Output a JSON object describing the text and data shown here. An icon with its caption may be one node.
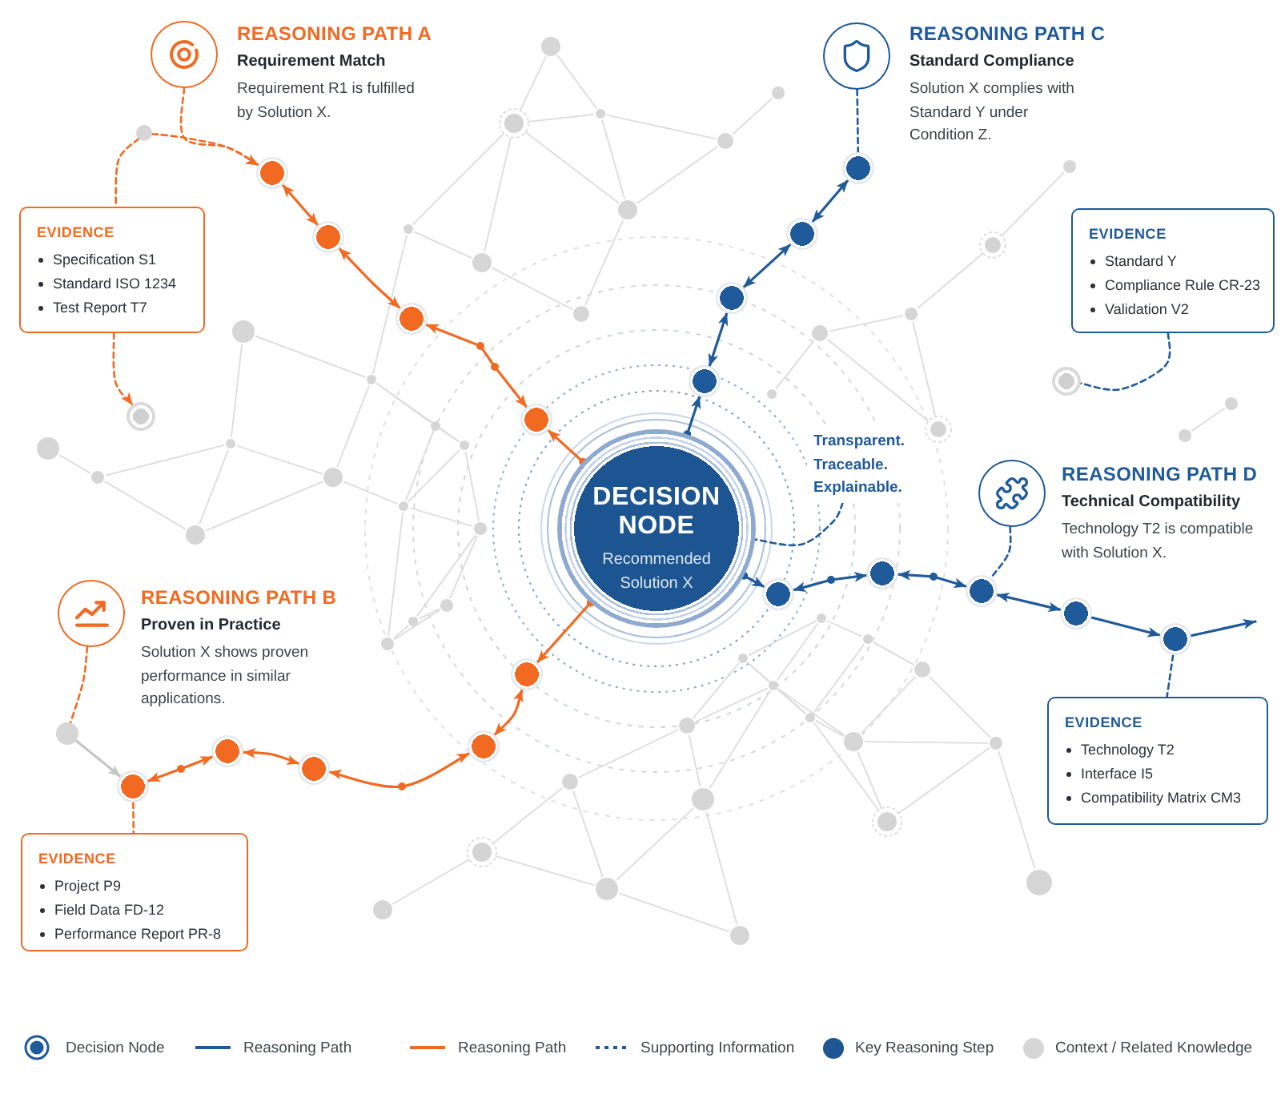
{
  "diagram": {
    "nodes": [
      {
        "text": [
          "DECISION NODE",
          "Recommended Solution X"
        ]
      },
      {
        "text": [
          "Transparent. Traceable. Explainable."
        ]
      },
      {
        "text": [],
        "shape": "circle",
        "beside": [
          "REASONING PATH A",
          "Requirement Match",
          "Requirement R1 is fulfilled by Solution X."
        ]
      },
      {
        "text": [
          "EVIDENCE",
          "Specification S1",
          "Standard ISO 1234",
          "Test Report T7"
        ]
      },
      {
        "text": [],
        "shape": "circle"
      },
      {
        "text": [],
        "shape": "circle"
      },
      {
        "text": [],
        "shape": "circle"
      },
      {
        "text": [],
        "shape": "circle"
      },
      {
        "text": [],
        "shape": "circle"
      },
      {
        "text": [],
        "shape": "circle"
      },
      {
        "text": [],
        "shape": "circle",
        "beside": [
          "REASONING PATH C",
          "Standard Compliance",
          "Solution X complies with Standard Y under Condition Z."
        ]
      },
      {
        "text": [
          "EVIDENCE",
          "Standard Y",
          "Compliance Rule CR-23",
          "Validation V2"
        ]
      },
      {
        "text": [],
        "shape": "circle"
      },
      {
        "text": [],
        "shape": "circle"
      },
      {
        "text": [],
        "shape": "circle"
      },
      {
        "text": [],
        "shape": "circle"
      },
      {
        "text": [],
        "shape": "circle"
      },
      {
        "text": [],
        "shape": "circle",
        "beside": [
          "REASONING PATH D",
          "Technical Compatibility",
          "Technology T2 is compatible with Solution X."
        ]
      },
      {
        "text": [
          "EVIDENCE",
          "Technology T2",
          "Interface I5",
          "Compatibility Matrix CM3"
        ]
      },
      {
        "text": [],
        "shape": "circle"
      },
      {
        "text": [],
        "shape": "circle"
      },
      {
        "text": [],
        "shape": "circle"
      },
      {
        "text": [],
        "shape": "circle"
      },
      {
        "text": [],
        "shape": "circle"
      },
      {
        "text": [],
        "shape": "circle",
        "beside": [
          "REASONING PATH B",
          "Proven in Practice",
          "Solution X shows proven performance in similar applications."
        ]
      },
      {
        "text": [
          "EVIDENCE",
          "Project P9",
          "Field Data FD-12",
          "Performance Report PR-8"
        ]
      },
      {
        "text": [],
        "shape": "circle"
      },
      {
        "text": [],
        "shape": "circle"
      },
      {
        "text": [],
        "shape": "circle"
      },
      {
        "text": [],
        "shape": "circle"
      },
      {
        "text": [],
        "shape": "circle"
      },
      {
        "text": [],
        "shape": "circle"
      }
    ],
    "edges": [
      {
        "from": 2,
        "to": 6,
        "arrow": "to",
        "style": "dashed",
        "color": "#f26a21"
      },
      {
        "from": 4,
        "to": 6,
        "arrow": "to",
        "style": "dashed",
        "color": "#f26a21"
      },
      {
        "from": 4,
        "to": 3,
        "arrow": "none",
        "style": "dashed",
        "color": "#f26a21"
      },
      {
        "from": 3,
        "to": 5,
        "arrow": "to",
        "style": "dashed",
        "color": "#f26a21"
      },
      {
        "from": 6,
        "to": 7,
        "arrow": "both",
        "color": "#f26a21"
      },
      {
        "from": 7,
        "to": 8,
        "arrow": "both",
        "color": "#f26a21"
      },
      {
        "from": 8,
        "to": 9,
        "arrow": "both",
        "color": "#f26a21"
      },
      {
        "from": 0,
        "to": 9,
        "arrow": "to",
        "color": "#f26a21"
      },
      {
        "from": 10,
        "to": 13,
        "arrow": "none",
        "style": "dashed",
        "color": "#1f5a9a"
      },
      {
        "from": 13,
        "to": 14,
        "arrow": "both",
        "color": "#1f5a9a"
      },
      {
        "from": 14,
        "to": 15,
        "arrow": "both",
        "color": "#1f5a9a"
      },
      {
        "from": 15,
        "to": 16,
        "arrow": "both",
        "color": "#1f5a9a"
      },
      {
        "from": 0,
        "to": 16,
        "arrow": "to",
        "color": "#1f5a9a"
      },
      {
        "from": 11,
        "to": 12,
        "arrow": "none",
        "style": "dashed",
        "color": "#1f5a9a"
      },
      {
        "from": 17,
        "to": 21,
        "arrow": "none",
        "style": "dashed",
        "color": "#1f5a9a"
      },
      {
        "from": 0,
        "to": 19,
        "arrow": "to",
        "color": "#1f5a9a"
      },
      {
        "from": 19,
        "to": 20,
        "arrow": "both",
        "color": "#1f5a9a"
      },
      {
        "from": 20,
        "to": 21,
        "arrow": "both",
        "color": "#1f5a9a"
      },
      {
        "from": 21,
        "to": 22,
        "arrow": "both",
        "color": "#1f5a9a"
      },
      {
        "from": 22,
        "to": 23,
        "arrow": "to",
        "color": "#1f5a9a"
      },
      {
        "from": 23,
        "to": null,
        "arrow": "to",
        "color": "#1f5a9a"
      },
      {
        "from": 23,
        "to": 18,
        "arrow": "none",
        "style": "dashed",
        "color": "#1f5a9a"
      },
      {
        "from": 1,
        "to": 0,
        "arrow": "none",
        "style": "dashed",
        "color": "#1f5a9a"
      },
      {
        "from": 24,
        "to": 26,
        "arrow": "none",
        "style": "dashed",
        "color": "#f26a21"
      },
      {
        "from": 26,
        "to": 31,
        "arrow": "to",
        "color": "#c6c6c6"
      },
      {
        "from": 31,
        "to": 25,
        "arrow": "none",
        "style": "dashed",
        "color": "#f26a21"
      },
      {
        "from": 0,
        "to": 27,
        "arrow": "to",
        "color": "#f26a21"
      },
      {
        "from": 27,
        "to": 28,
        "arrow": "both",
        "color": "#f26a21"
      },
      {
        "from": 28,
        "to": 29,
        "arrow": "both",
        "color": "#f26a21"
      },
      {
        "from": 29,
        "to": 30,
        "arrow": "both",
        "color": "#f26a21"
      },
      {
        "from": 30,
        "to": 31,
        "arrow": "both",
        "color": "#f26a21"
      }
    ],
    "legend": [
      {
        "text": "Decision Node"
      },
      {
        "text": "Reasoning Path"
      },
      {
        "text": "Reasoning Path"
      },
      {
        "text": "Supporting Information"
      },
      {
        "text": "Key Reasoning Step",
        "color": "#1f5592"
      },
      {
        "text": "Context / Related Knowledge",
        "color": "#d6d6d6"
      }
    ]
  }
}
